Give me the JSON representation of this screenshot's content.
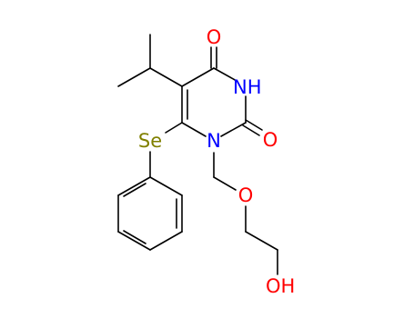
{
  "molecule": {
    "atoms": [
      {
        "id": "O1",
        "label": "O",
        "color": "#ff0000"
      },
      {
        "id": "NH",
        "label": "NH",
        "color": "#0000ff"
      },
      {
        "id": "O2",
        "label": "O",
        "color": "#ff0000"
      },
      {
        "id": "N1",
        "label": "N",
        "color": "#0000ff"
      },
      {
        "id": "Se",
        "label": "Se",
        "color": "#808000"
      },
      {
        "id": "O3",
        "label": "O",
        "color": "#ff0000"
      },
      {
        "id": "OH",
        "label": "OH",
        "color": "#ff0000"
      }
    ],
    "bond_color": "#000000"
  }
}
